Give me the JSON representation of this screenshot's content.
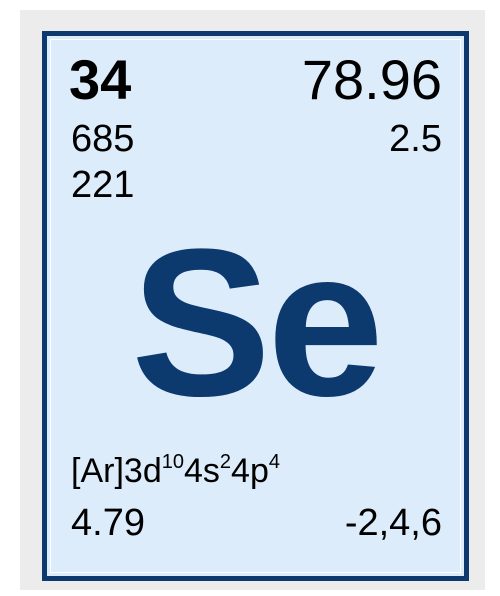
{
  "element": {
    "atomic_number": "34",
    "atomic_mass": "78.96",
    "melting_point": "685",
    "electronegativity": "2.5",
    "boiling_point": "221",
    "symbol": "Se",
    "configuration": {
      "core": "[Ar]",
      "parts": [
        {
          "orbital": "3d",
          "electrons": "10"
        },
        {
          "orbital": "4s",
          "electrons": "2"
        },
        {
          "orbital": "4p",
          "electrons": "4"
        }
      ]
    },
    "density": "4.79",
    "oxidation_states": "-2,4,6"
  },
  "colors": {
    "tile_background": "#dcecfb",
    "tile_border": "#0c3a6e",
    "symbol_color": "#0c3a6e",
    "backdrop": "#ececec"
  }
}
